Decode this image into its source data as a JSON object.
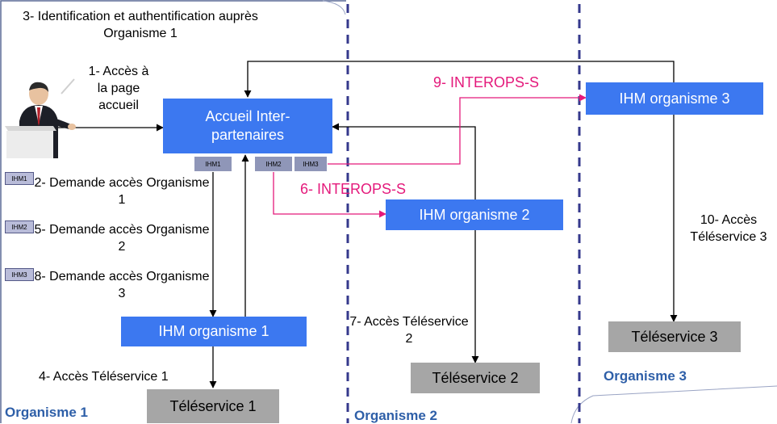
{
  "steps": {
    "s3": "3- Identification et authentification auprès Organisme 1",
    "s1": "1- Accès à la page accueil",
    "s2": "2- Demande accès Organisme 1",
    "s5": "5- Demande accès Organisme 2",
    "s8": "8- Demande accès Organisme 3",
    "s4": "4- Accès Téléservice 1",
    "s7": "7- Accès Téléservice 2",
    "s10": "10- Accès Téléservice 3"
  },
  "flows": {
    "interop6": "6- INTEROPS-S",
    "interop9": "9- INTEROPS-S"
  },
  "boxes": {
    "accueil": "Accueil Inter-partenaires",
    "ihm1": "IHM organisme 1",
    "ihm2": "IHM organisme 2",
    "ihm3": "IHM organisme 3",
    "teleservice1": "Téléservice 1",
    "teleservice2": "Téléservice 2",
    "teleservice3": "Téléservice 3"
  },
  "tags": {
    "ihm1": "IHM1",
    "ihm2": "IHM2",
    "ihm3": "IHM3"
  },
  "lanes": {
    "org1": "Organisme 1",
    "org2": "Organisme 2",
    "org3": "Organisme 3"
  },
  "colors": {
    "box_blue": "#3c78f0",
    "box_gray": "#a6a6a6",
    "interop": "#e4197b",
    "lane_label": "#2e5fa8",
    "divider": "#35398c"
  },
  "icons": {
    "user": "businessman-at-computer-icon"
  }
}
